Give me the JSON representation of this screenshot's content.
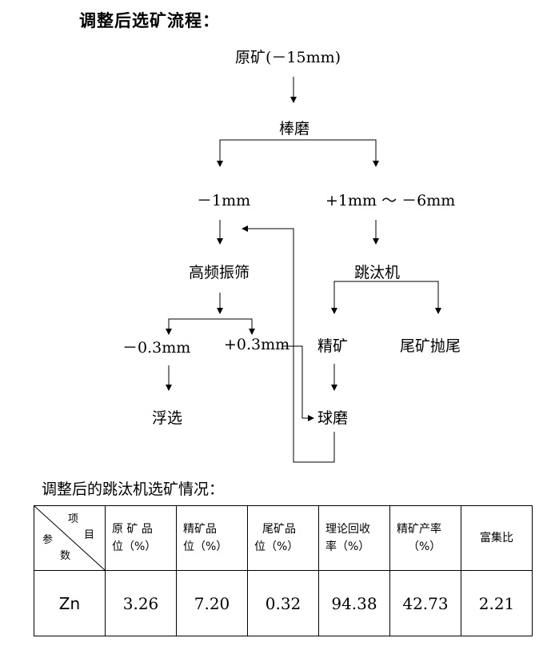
{
  "title": "调整后选矿流程：",
  "flow": {
    "raw_ore": "原矿(－15mm)",
    "rod_mill": "棒磨",
    "minus_1mm": "－1mm",
    "plus_1_6mm": "+1mm ～ －6mm",
    "hf_screen": "高频振筛",
    "jig": "跳汰机",
    "minus_03mm": "－0.3mm",
    "plus_03mm": "+0.3mm",
    "concentrate": "精矿",
    "tailings_discard": "尾矿抛尾",
    "flotation": "浮选",
    "ball_mill": "球磨"
  },
  "table_caption": "调整后的跳汰机选矿情况：",
  "table": {
    "corner": {
      "item": "项",
      "target": "目",
      "param": "参",
      "count": "数"
    },
    "headers": [
      [
        "原 矿 品",
        "位（%）"
      ],
      [
        "精矿品",
        "位（%）"
      ],
      [
        "尾矿品",
        "位（%）"
      ],
      [
        "理论回收",
        "率（%）"
      ],
      [
        "精矿产率",
        "（%）"
      ],
      [
        "富集比"
      ]
    ],
    "rows": [
      {
        "element": "Zn",
        "values": [
          "3.26",
          "7.20",
          "0.32",
          "94.38",
          "42.73",
          "2.21"
        ]
      }
    ]
  }
}
